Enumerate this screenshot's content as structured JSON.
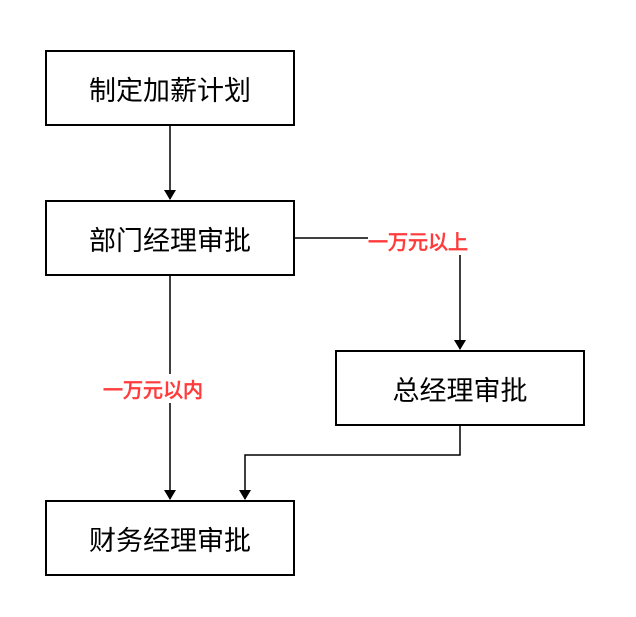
{
  "nodes": {
    "plan": "制定加薪计划",
    "dept_manager": "部门经理审批",
    "general_manager": "总经理审批",
    "finance_manager": "财务经理审批"
  },
  "edge_labels": {
    "above_10k": "一万元以上",
    "within_10k": "一万元以内"
  },
  "colors": {
    "label_red": "#ff3b3b",
    "line": "#000000"
  }
}
